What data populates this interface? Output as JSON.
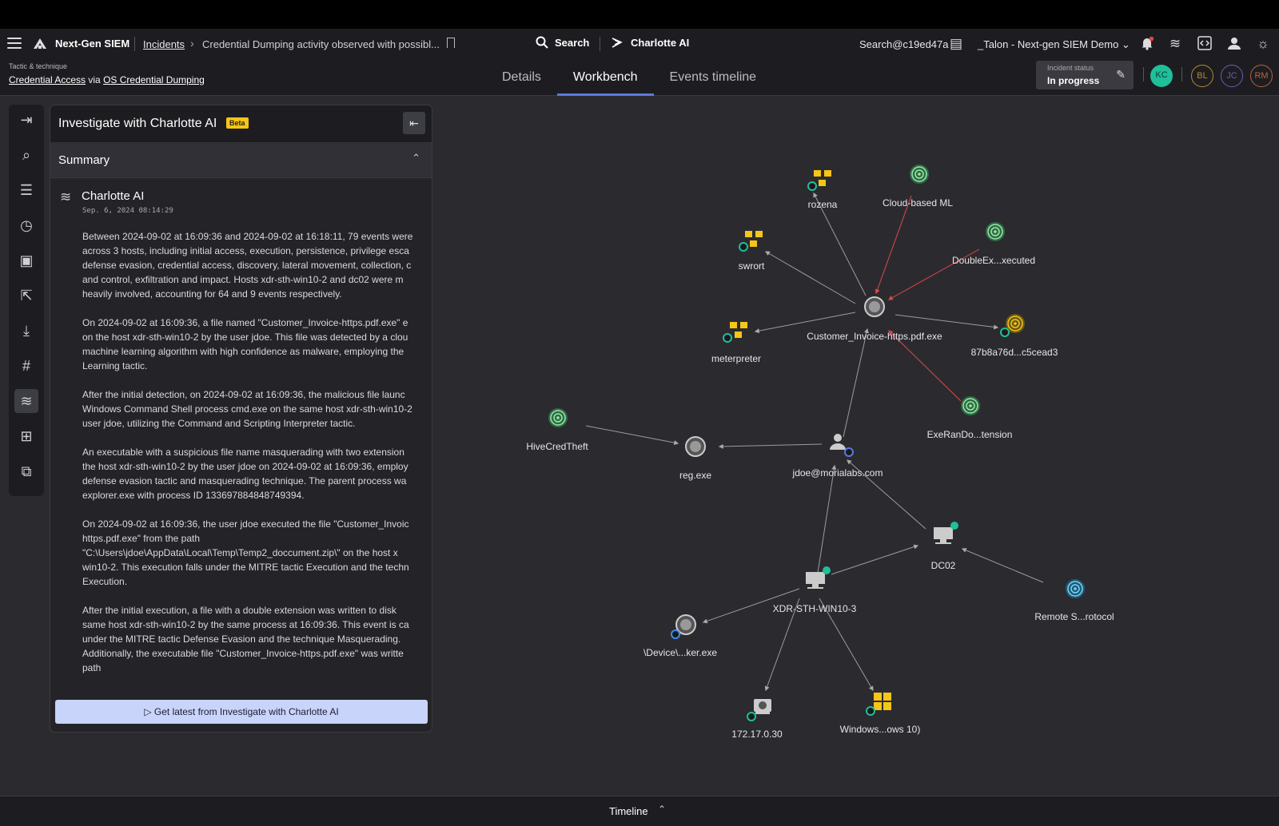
{
  "header": {
    "brand": "Next-Gen SIEM",
    "breadcrumb_link": "Incidents",
    "breadcrumb_title": "Credential Dumping activity observed with possibl...",
    "search_label": "Search",
    "charlotte_label": "Charlotte AI",
    "user": "Search@c19ed47a",
    "tenant": "_Talon - Next-gen SIEM Demo"
  },
  "tactic": {
    "label": "Tactic & technique",
    "tactic": "Credential Access",
    "via": "via",
    "technique": "OS Credential Dumping"
  },
  "tabs": [
    "Details",
    "Workbench",
    "Events timeline"
  ],
  "status": {
    "label": "Incident status",
    "value": "In progress"
  },
  "avatars": [
    {
      "initials": "KC",
      "color": "#1fbf9a"
    },
    {
      "initials": "BL",
      "color": "#b58a2a"
    },
    {
      "initials": "JC",
      "color": "#6b5bb5"
    },
    {
      "initials": "RM",
      "color": "#b5633a"
    }
  ],
  "panel": {
    "title": "Investigate with Charlotte AI",
    "beta": "Beta",
    "summary": "Summary",
    "author": "Charlotte AI",
    "date": "Sep. 6, 2024 08:14:29",
    "paragraphs": [
      "Between 2024-09-02 at 16:09:36 and 2024-09-02 at 16:18:11, 79 events were\nacross 3 hosts, including initial access, execution, persistence, privilege esca\ndefense evasion, credential access, discovery, lateral movement, collection, c\nand control, exfiltration and impact. Hosts xdr-sth-win10-2 and dc02 were m\nheavily involved, accounting for 64 and 9 events respectively.",
      "On 2024-09-02 at 16:09:36, a file named \"Customer_Invoice-https.pdf.exe\" e\non the host xdr-sth-win10-2 by the user jdoe. This file was detected by a clou\nmachine learning algorithm with high confidence as malware, employing the\nLearning tactic.",
      "After the initial detection, on 2024-09-02 at 16:09:36, the malicious file launc\nWindows Command Shell process cmd.exe on the same host xdr-sth-win10-2\nuser jdoe, utilizing the Command and Scripting Interpreter tactic.",
      "An executable with a suspicious file name masquerading with two extension\nthe host xdr-sth-win10-2 by the user jdoe on 2024-09-02 at 16:09:36, employ\ndefense evasion tactic and masquerading technique. The parent process wa\nexplorer.exe with process ID 133697884848749394.",
      "On 2024-09-02 at 16:09:36, the user jdoe executed the file \"Customer_Invoic\nhttps.pdf.exe\" from the path\n\"C:\\Users\\jdoe\\AppData\\Local\\Temp\\Temp2_doccument.zip\\\" on the host x\nwin10-2. This execution falls under the MITRE tactic Execution and the techn\nExecution.",
      "After the initial execution, a file with a double extension was written to disk\nsame host xdr-sth-win10-2 by the same process at 16:09:36. This event is ca\nunder the MITRE tactic Defense Evasion and the technique Masquerading.\nAdditionally, the executable file \"Customer_Invoice-https.pdf.exe\" was writte\npath"
    ],
    "get_latest": "Get latest from Investigate with Charlotte AI"
  },
  "graph": {
    "nodes": [
      {
        "id": "rozena",
        "label": "rozena",
        "type": "malware"
      },
      {
        "id": "cloudml",
        "label": "Cloud-based ML",
        "type": "detection"
      },
      {
        "id": "swrort",
        "label": "swrort",
        "type": "malware"
      },
      {
        "id": "doubleex",
        "label": "DoubleEx...xecuted",
        "type": "detection"
      },
      {
        "id": "customer",
        "label": "Customer_Invoice-https.pdf.exe",
        "type": "process"
      },
      {
        "id": "meterpreter",
        "label": "meterpreter",
        "type": "malware"
      },
      {
        "id": "hash",
        "label": "87b8a76d...c5cead3",
        "type": "hash"
      },
      {
        "id": "hivecred",
        "label": "HiveCredTheft",
        "type": "detection"
      },
      {
        "id": "exerando",
        "label": "ExeRanDo...tension",
        "type": "detection"
      },
      {
        "id": "regexe",
        "label": "reg.exe",
        "type": "process"
      },
      {
        "id": "jdoe",
        "label": "jdoe@morialabs.com",
        "type": "user"
      },
      {
        "id": "dc02",
        "label": "DC02",
        "type": "host"
      },
      {
        "id": "xdr",
        "label": "XDR-STH-WIN10-3",
        "type": "host"
      },
      {
        "id": "remote",
        "label": "Remote S...rotocol",
        "type": "detection-blue"
      },
      {
        "id": "device",
        "label": "\\Device\\...ker.exe",
        "type": "process"
      },
      {
        "id": "ip",
        "label": "172.17.0.30",
        "type": "ip"
      },
      {
        "id": "windows",
        "label": "Windows...ows 10)",
        "type": "os"
      }
    ]
  },
  "footer": {
    "timeline": "Timeline"
  }
}
